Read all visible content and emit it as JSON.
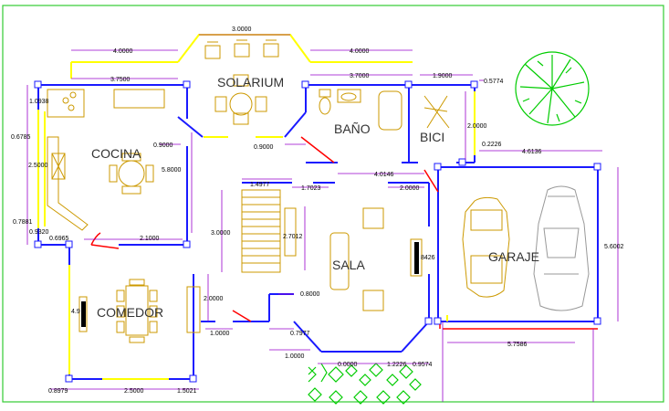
{
  "colors": {
    "border": "#33cc33",
    "wall": "#1a1aff",
    "window": "#ffff00",
    "dimension": "#9900cc",
    "furniture": "#cc9900",
    "door": "#ff0000",
    "tree": "#00cc00",
    "label": "#333333"
  },
  "rooms": {
    "solarium": "SOLARIUM",
    "cocina": "COCINA",
    "bano": "BAÑO",
    "bici": "BICI",
    "sala": "SALA",
    "garaje": "GARAJE",
    "comedor": "COMEDOR"
  },
  "dimensions": {
    "d_3_0000_top": "3.0000",
    "d_4_0000_left": "4.0000",
    "d_4_0000_right": "4.0000",
    "d_3_7500": "3.7500",
    "d_3_7000": "3.7000",
    "d_1_9000": "1.9000",
    "d_0_5774": "0.5774",
    "d_1_0938": "1.0938",
    "d_0_6785": "0.6785",
    "d_2_5000_left": "2.5000",
    "d_0_7881": "0.7881",
    "d_0_9320": "0.9320",
    "d_0_6965": "0.6965",
    "d_2_1000": "2.1000",
    "d_0_9000_a": "0.9000",
    "d_0_9000_b": "0.9000",
    "d_5_8000": "5.8000",
    "d_2_0000_bici": "2.0000",
    "d_0_2226_a": "0.2226",
    "d_4_6136": "4.6136",
    "d_4_0146": "4.0146",
    "d_1_4977": "1.4977",
    "d_1_7023": "1.7023",
    "d_2_0000_sala": "2.0000",
    "d_3_0000_stair": "3.0000",
    "d_2_7012": "2.7012",
    "d_8426": "8426",
    "d_5_6002": "5.6002",
    "d_0_8000": "0.8000",
    "d_2_0000_comedor": "2.0000",
    "d_1_0000_a": "1.0000",
    "d_0_7977": "0.7977",
    "d_1_0000_b": "1.0000",
    "d_5_7586": "5.7586",
    "d_4_9": "4.9",
    "d_0_8979": "0.8979",
    "d_2_5000_bottom": "2.5000",
    "d_1_5021": "1.5021",
    "d_0_0000": "0.0000",
    "d_1_2226": "1.2226",
    "d_0_9574": "0.9574"
  }
}
